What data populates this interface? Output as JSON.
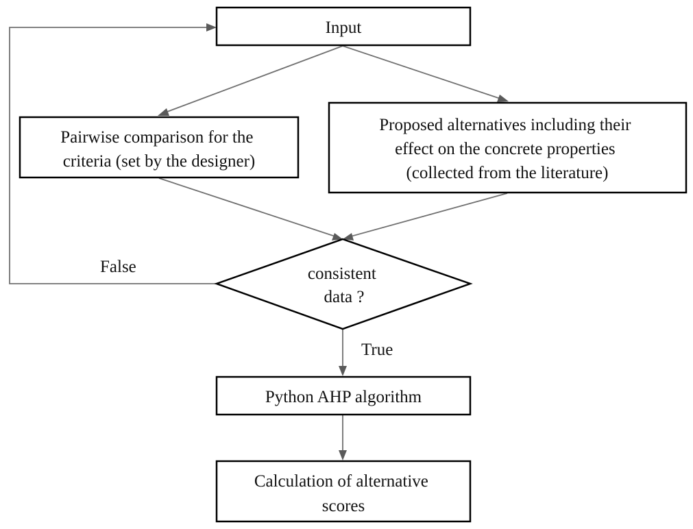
{
  "nodes": {
    "input": {
      "lines": [
        "Input"
      ]
    },
    "pairwise": {
      "lines": [
        "Pairwise comparison for the",
        "criteria (set by the designer)"
      ]
    },
    "alternatives": {
      "lines": [
        "Proposed alternatives including their",
        "effect on the concrete properties",
        "(collected from the literature)"
      ]
    },
    "decision": {
      "lines": [
        "consistent",
        "data ?"
      ]
    },
    "algorithm": {
      "lines": [
        "Python AHP algorithm"
      ]
    },
    "calculation": {
      "lines": [
        "Calculation of alternative",
        "scores"
      ]
    }
  },
  "edges": {
    "false_label": "False",
    "true_label": "True"
  }
}
